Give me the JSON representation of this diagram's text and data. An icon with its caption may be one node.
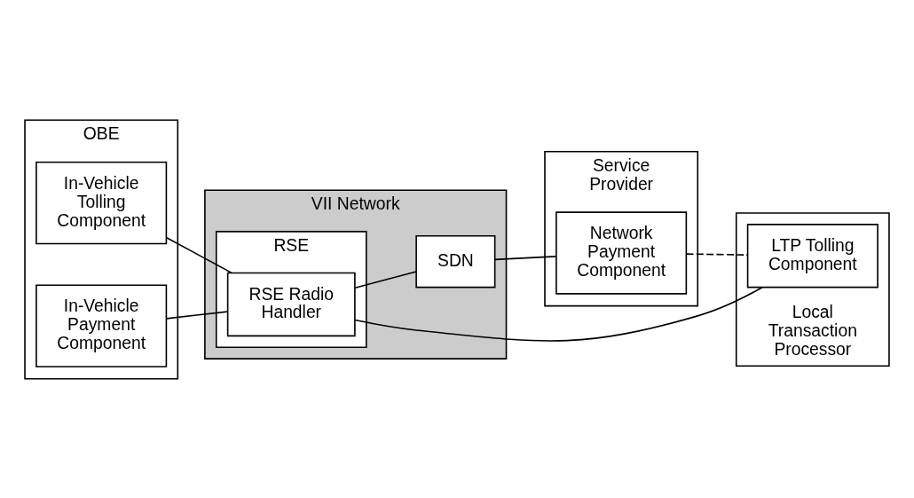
{
  "diagram": {
    "nodes": [
      {
        "text": [
          "OBE"
        ]
      },
      {
        "text": [
          "In-Vehicle Tolling Component"
        ],
        "in": 0
      },
      {
        "text": [
          "In-Vehicle Payment Component"
        ],
        "in": 0
      },
      {
        "text": [
          "VII Network"
        ]
      },
      {
        "text": [
          "RSE"
        ],
        "in": 3
      },
      {
        "text": [
          "RSE Radio Handler"
        ],
        "in": 4
      },
      {
        "text": [
          "SDN"
        ],
        "in": 3
      },
      {
        "text": [
          "Service Provider"
        ]
      },
      {
        "text": [
          "Network Payment Component"
        ],
        "in": 7
      },
      {
        "text": [
          "Local Transaction Processor"
        ]
      },
      {
        "text": [
          "LTP Tolling Component"
        ],
        "in": 9
      }
    ],
    "edges": [
      {
        "from": 1,
        "to": 5,
        "arrow": "none"
      },
      {
        "from": 2,
        "to": 5,
        "arrow": "none"
      },
      {
        "from": 5,
        "to": 6,
        "arrow": "none"
      },
      {
        "from": 6,
        "to": 8,
        "arrow": "none"
      },
      {
        "from": 5,
        "to": 10,
        "arrow": "none"
      },
      {
        "from": 8,
        "to": 10,
        "arrow": "none",
        "style": "dashed"
      }
    ]
  }
}
